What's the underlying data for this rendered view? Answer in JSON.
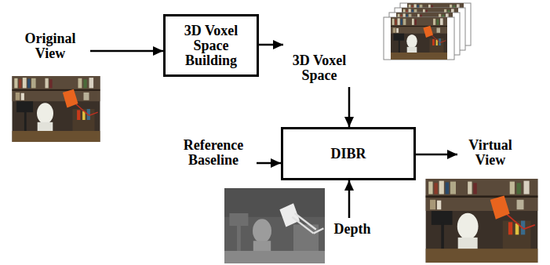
{
  "diagram": {
    "nodes": [
      {
        "text": [
          "Original View"
        ]
      },
      {
        "text": [
          "3D Voxel Space Building"
        ]
      },
      {
        "text": [
          "3D Voxel Space"
        ]
      },
      {
        "text": [
          "Reference Baseline"
        ]
      },
      {
        "text": [
          "DIBR"
        ]
      },
      {
        "text": [
          "Virtual View"
        ]
      },
      {
        "text": [
          "Depth"
        ]
      }
    ],
    "edges": [
      {
        "from": 0,
        "to": 1,
        "arrow": "to"
      },
      {
        "from": 1,
        "to": 2,
        "arrow": "to"
      },
      {
        "from": 2,
        "to": 4,
        "arrow": "to"
      },
      {
        "from": 3,
        "to": 4,
        "arrow": "to"
      },
      {
        "from": 4,
        "to": 5,
        "arrow": "to"
      },
      {
        "from": 6,
        "to": 4,
        "arrow": "to"
      }
    ]
  }
}
